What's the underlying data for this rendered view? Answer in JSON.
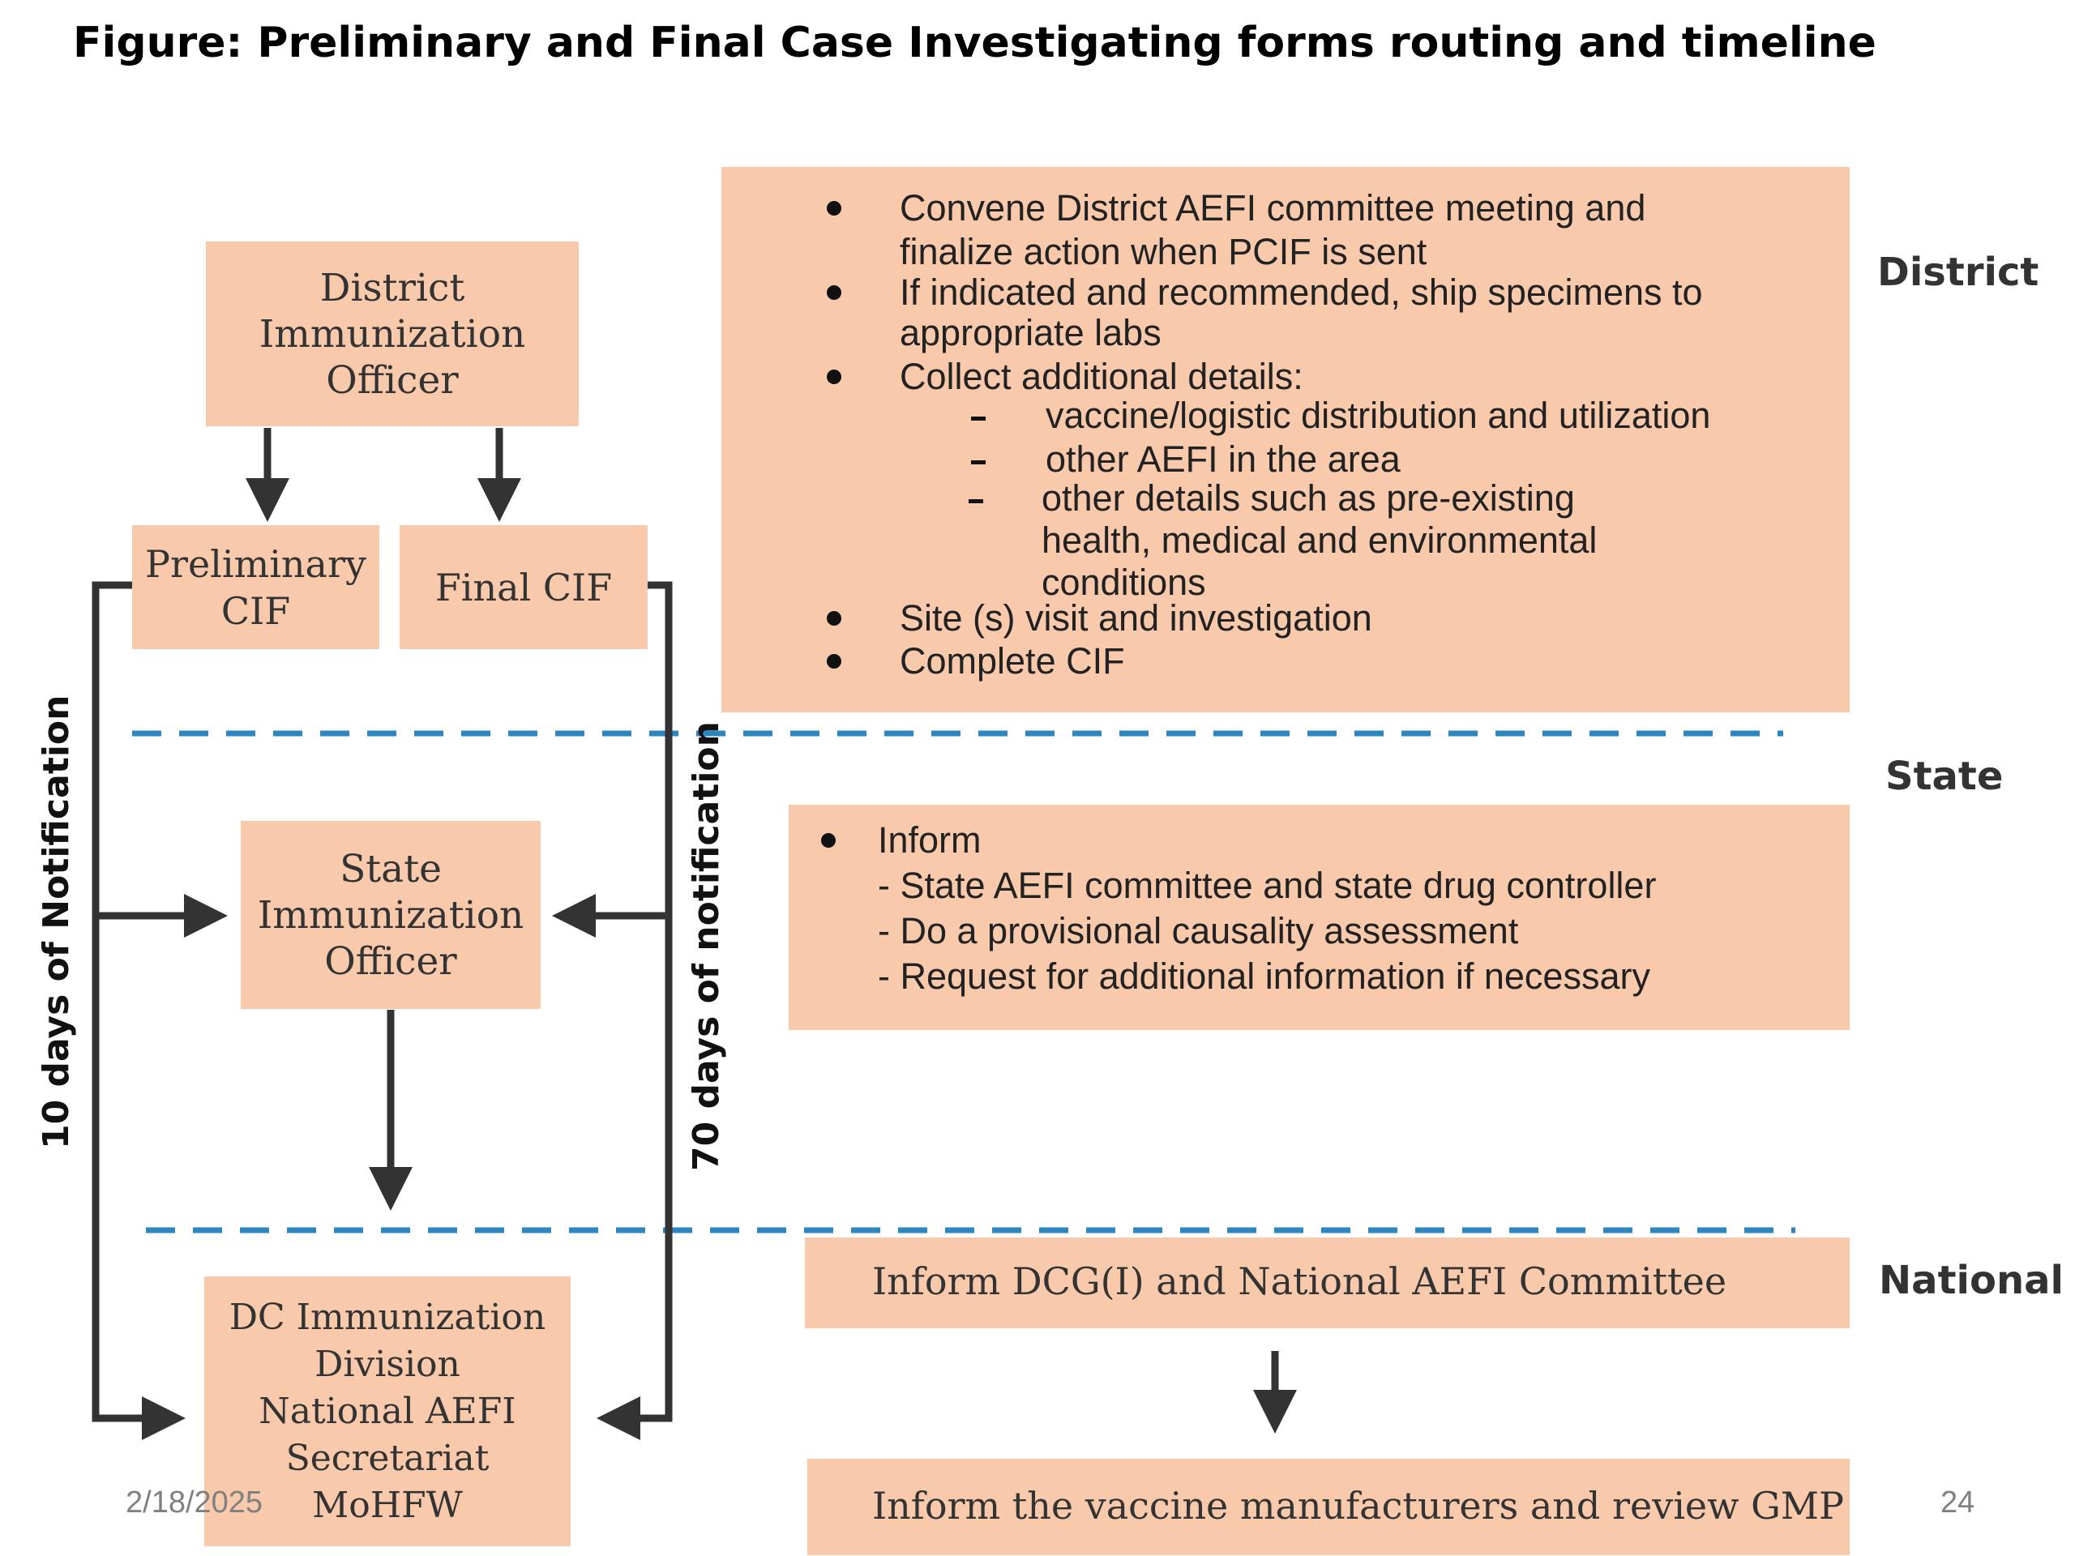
{
  "title": "Figure: Preliminary and Final Case Investigating forms routing and timeline",
  "levels": {
    "district": "District",
    "state": "State",
    "national": "National"
  },
  "flow": {
    "district_officer": [
      "District",
      "Immunization",
      "Officer"
    ],
    "preliminary_cif": [
      "Preliminary",
      "CIF"
    ],
    "final_cif": "Final CIF",
    "state_officer": [
      "State",
      "Immunization",
      "Officer"
    ],
    "national_box": [
      "DC Immunization",
      "Division",
      "National  AEFI",
      "Secretariat",
      "MoHFW"
    ],
    "left_timeline": "10 days of Notification",
    "right_timeline": "70 days of notification"
  },
  "district_actions": {
    "lines": [
      "Convene District AEFI committee meeting and",
      "finalize action when PCIF is sent",
      "If indicated and recommended,  ship specimens to",
      "appropriate labs",
      "Collect additional details:",
      "vaccine/logistic distribution and utilization",
      "other AEFI in the area",
      "other details such as pre-existing",
      "health,  medical and environmental",
      "conditions",
      "Site (s) visit and investigation",
      "Complete CIF"
    ]
  },
  "state_actions": {
    "lines": [
      "Inform",
      "- State AEFI committee and state drug controller",
      "- Do a provisional causality assessment",
      "- Request for additional information if necessary"
    ]
  },
  "national_actions": {
    "inform_dcgi": "Inform DCG(I) and National AEFI Committee",
    "inform_manufacturers": "Inform the vaccine manufacturers and review GMP"
  },
  "footer": {
    "date": "2/18/2025",
    "page_number": "24"
  },
  "colors": {
    "box_fill": "#f8c9ab",
    "arrow": "#333333",
    "divider": "#2e86c1"
  }
}
